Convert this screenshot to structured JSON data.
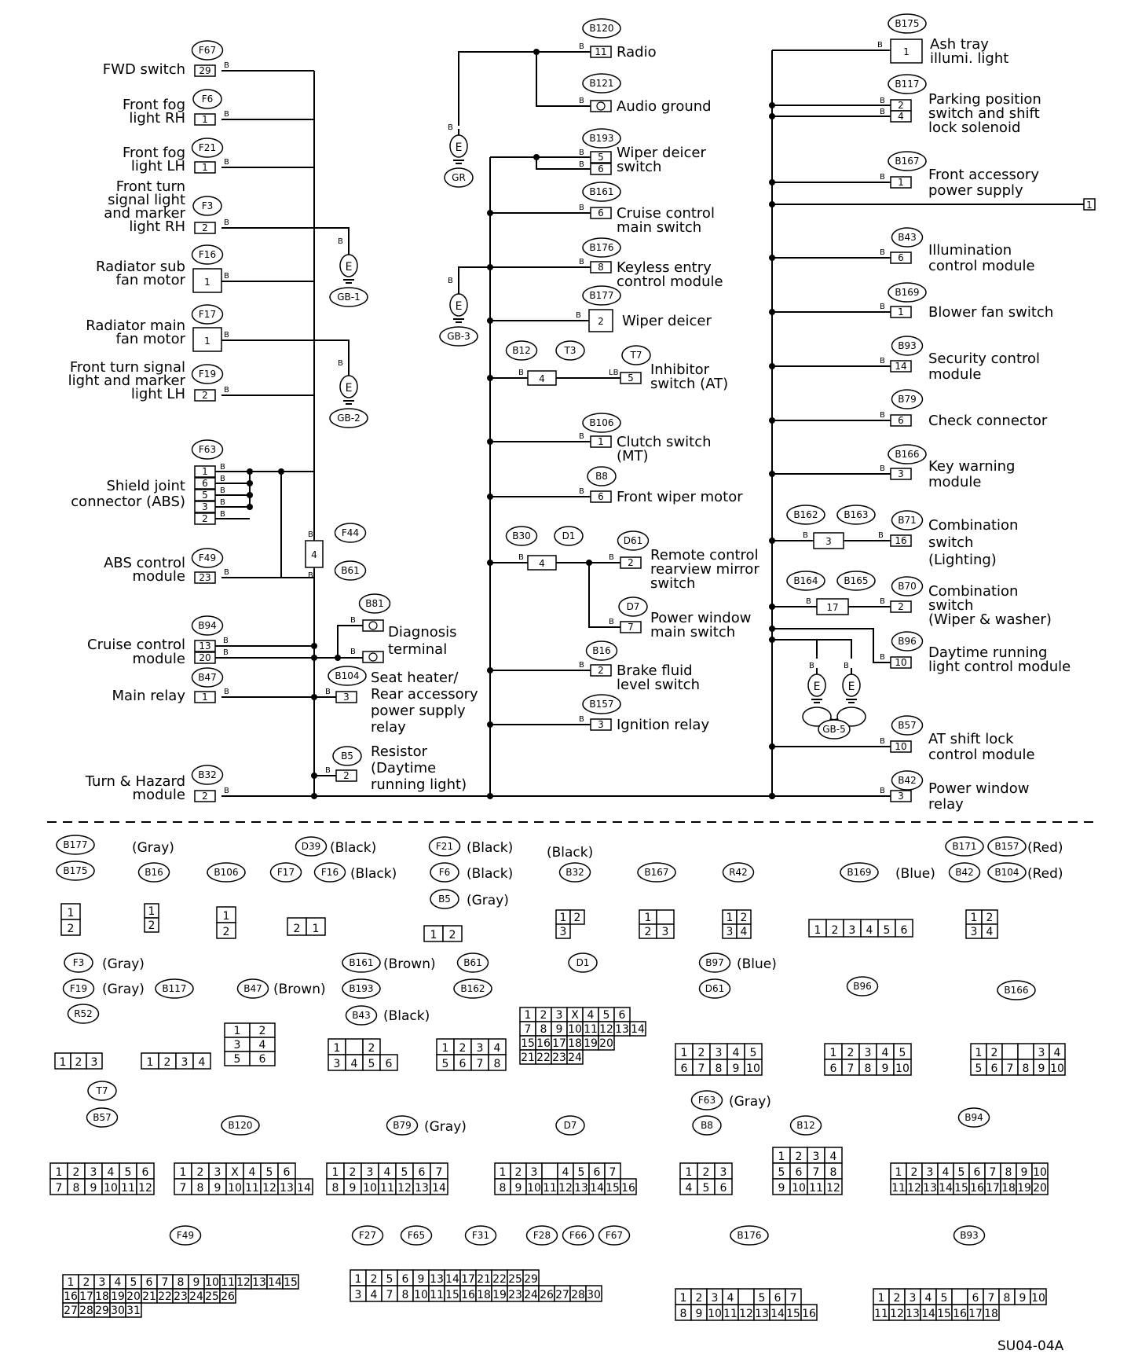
{
  "footer_code": "SU04-04A",
  "components": [
    {
      "id": "fwd",
      "conn": "F67",
      "pin": "29",
      "label": [
        "FWD switch"
      ],
      "shape": "box"
    },
    {
      "id": "fogrh",
      "conn": "F6",
      "pin": "1",
      "label": [
        "Front fog",
        "light RH"
      ],
      "shape": "box"
    },
    {
      "id": "foglh",
      "conn": "F21",
      "pin": "1",
      "label": [
        "Front fog",
        "light LH"
      ],
      "shape": "box"
    },
    {
      "id": "turnrh",
      "conn": "F3",
      "pin": "2",
      "label": [
        "Front turn",
        "signal light",
        "and marker",
        "light RH"
      ],
      "shape": "box"
    },
    {
      "id": "radsub",
      "conn": "F16",
      "pin": "1",
      "label": [
        "Radiator sub",
        "fan motor"
      ],
      "shape": "big"
    },
    {
      "id": "radmain",
      "conn": "F17",
      "pin": "1",
      "label": [
        "Radiator main",
        "fan motor"
      ],
      "shape": "big"
    },
    {
      "id": "turnlh",
      "conn": "F19",
      "pin": "2",
      "label": [
        "Front turn signal",
        "light  and marker",
        "light LH"
      ],
      "shape": "box"
    },
    {
      "id": "shield",
      "conn": "F63",
      "pins": [
        "1",
        "6",
        "5",
        "3",
        "2"
      ],
      "label": [
        "Shield joint",
        "connector (ABS)"
      ]
    },
    {
      "id": "abs",
      "conn": "F49",
      "pin": "23",
      "label": [
        "ABS control",
        "module"
      ],
      "shape": "box"
    },
    {
      "id": "cruise",
      "conn": "B94",
      "pins": [
        "13",
        "20"
      ],
      "label": [
        "Cruise control",
        "module"
      ]
    },
    {
      "id": "mainrelay",
      "conn": "B47",
      "pin": "1",
      "label": [
        "Main relay"
      ],
      "shape": "box"
    },
    {
      "id": "turnhaz",
      "conn": "B32",
      "pin": "2",
      "label": [
        "Turn & Hazard",
        "module"
      ],
      "shape": "box"
    },
    {
      "id": "diag",
      "conn": "B81",
      "label": [
        "Diagnosis",
        "terminal"
      ]
    },
    {
      "id": "seat",
      "conn": "B104",
      "pin": "3",
      "label": [
        "Seat heater/",
        "Rear accessory",
        "power supply",
        "relay"
      ]
    },
    {
      "id": "resistor",
      "conn": "B5",
      "pin": "2",
      "label": [
        "Resistor",
        "(Daytime",
        "running light)"
      ]
    },
    {
      "id": "radio",
      "conn": "B120",
      "pin": "11",
      "label": [
        "Radio"
      ]
    },
    {
      "id": "audio",
      "conn": "B121",
      "pin": "",
      "label": [
        "Audio ground"
      ]
    },
    {
      "id": "wipdeicsw",
      "conn": "B193",
      "pins": [
        "5",
        "6"
      ],
      "label": [
        "Wiper deicer",
        "switch"
      ]
    },
    {
      "id": "cruisemain",
      "conn": "B161",
      "pin": "6",
      "label": [
        "Cruise control",
        "main switch"
      ]
    },
    {
      "id": "keyless",
      "conn": "B176",
      "pin": "8",
      "label": [
        "Keyless entry",
        "control module"
      ]
    },
    {
      "id": "wipdeic",
      "conn": "B177",
      "pin": "2",
      "label": [
        "Wiper deicer"
      ]
    },
    {
      "id": "inhib",
      "conn": "T7",
      "pin": "5",
      "label": [
        "Inhibitor",
        "switch (AT)"
      ]
    },
    {
      "id": "clutch",
      "conn": "B106",
      "pin": "1",
      "label": [
        "Clutch switch",
        "(MT)"
      ]
    },
    {
      "id": "fwiper",
      "conn": "B8",
      "pin": "6",
      "label": [
        "Front wiper motor"
      ]
    },
    {
      "id": "mirror",
      "conn": "D61",
      "pin": "2",
      "label": [
        "Remote control",
        "rearview mirror",
        "switch"
      ]
    },
    {
      "id": "pwmain",
      "conn": "D7",
      "pin": "7",
      "label": [
        "Power window",
        "main switch"
      ]
    },
    {
      "id": "brake",
      "conn": "B16",
      "pin": "2",
      "label": [
        "Brake fluid",
        "level switch"
      ]
    },
    {
      "id": "ign",
      "conn": "B157",
      "pin": "3",
      "label": [
        "Ignition relay"
      ]
    },
    {
      "id": "ashtray",
      "conn": "B175",
      "pin": "1",
      "label": [
        "Ash tray",
        "illumi. light"
      ]
    },
    {
      "id": "parking",
      "conn": "B117",
      "pins": [
        "2",
        "4"
      ],
      "label": [
        "Parking position",
        "switch and shift",
        "lock solenoid"
      ]
    },
    {
      "id": "frontacc",
      "conn": "B167",
      "pin": "1",
      "label": [
        "Front accessory",
        "power supply"
      ]
    },
    {
      "id": "illum",
      "conn": "B43",
      "pin": "6",
      "label": [
        "Illumination",
        "control module"
      ]
    },
    {
      "id": "blower",
      "conn": "B169",
      "pin": "1",
      "label": [
        "Blower fan switch"
      ]
    },
    {
      "id": "security",
      "conn": "B93",
      "pin": "14",
      "label": [
        "Security control",
        "module"
      ]
    },
    {
      "id": "check",
      "conn": "B79",
      "pin": "6",
      "label": [
        "Check connector"
      ]
    },
    {
      "id": "keywarn",
      "conn": "B166",
      "pin": "3",
      "label": [
        "Key warning",
        "module"
      ]
    },
    {
      "id": "comblight",
      "conn": "B71",
      "pin": "16",
      "label": [
        "Combination",
        "switch",
        "(Lighting)"
      ]
    },
    {
      "id": "combwiper",
      "conn": "B70",
      "pin": "2",
      "label": [
        "Combination",
        "switch",
        "(Wiper & washer)"
      ]
    },
    {
      "id": "drl",
      "conn": "B96",
      "pin": "10",
      "label": [
        "Daytime running",
        "light control module"
      ]
    },
    {
      "id": "atshift",
      "conn": "B57",
      "pin": "10",
      "label": [
        "AT shift lock",
        "control module"
      ]
    },
    {
      "id": "pwrelay",
      "conn": "B42",
      "pin": "3",
      "label": [
        "Power window",
        "relay"
      ]
    }
  ],
  "grounds": [
    "GB-1",
    "GB-2",
    "GR",
    "GB-3",
    "GB-5"
  ],
  "inline_connectors": {
    "f44_b61": {
      "tags": [
        "F44",
        "B61"
      ],
      "pin": "4"
    },
    "b12_t3": {
      "tags": [
        "B12",
        "T3"
      ],
      "pin": "4"
    },
    "b30_d1": {
      "tags": [
        "B30",
        "D1"
      ],
      "pin": "4"
    },
    "b162_b163": {
      "tags": [
        "B162",
        "B163"
      ],
      "pin": "3"
    },
    "b164_b165": {
      "tags": [
        "B164",
        "B165"
      ],
      "pin": "17"
    }
  },
  "off_page_ref": "1",
  "wire_code": "B",
  "wire_code_lb": "LB",
  "connector_legend": [
    {
      "tags": [
        "B177",
        "B175"
      ],
      "note": ""
    },
    {
      "tags": [
        "B16"
      ],
      "note": "(Gray)"
    },
    {
      "tags": [
        "B106"
      ],
      "note": ""
    },
    {
      "tags": [
        "F17",
        "F16"
      ],
      "note": "(Black)",
      "extra": {
        "tags": [
          "D39"
        ],
        "note": "(Black)"
      }
    },
    {
      "tags": [
        "F21",
        "F6",
        "B5"
      ],
      "notes": [
        "(Black)",
        "(Black)",
        "(Gray)"
      ]
    },
    {
      "tags": [
        "B32"
      ],
      "note": "(Black)"
    },
    {
      "tags": [
        "B167"
      ],
      "note": ""
    },
    {
      "tags": [
        "R42"
      ],
      "note": ""
    },
    {
      "tags": [
        "B169"
      ],
      "note": ""
    },
    {
      "tags": [
        "B171",
        "B157",
        "B42",
        "B104"
      ],
      "notes": [
        "(Red)",
        "(Blue)",
        "(Red)"
      ]
    },
    {
      "tags": [
        "F3",
        "F19",
        "B117",
        "R52"
      ],
      "notes": [
        "(Gray)",
        "(Gray)"
      ]
    },
    {
      "tags": [
        "B47"
      ],
      "note": "(Brown)"
    },
    {
      "tags": [
        "B161",
        "B193",
        "B43"
      ],
      "notes": [
        "(Brown)",
        "(Black)"
      ]
    },
    {
      "tags": [
        "B61",
        "B162"
      ],
      "note": ""
    },
    {
      "tags": [
        "D1"
      ],
      "note": ""
    },
    {
      "tags": [
        "B97",
        "D61"
      ],
      "note": "(Blue)"
    },
    {
      "tags": [
        "B96"
      ],
      "note": ""
    },
    {
      "tags": [
        "B166"
      ],
      "note": ""
    },
    {
      "tags": [
        "T7",
        "B57"
      ],
      "note": ""
    },
    {
      "tags": [
        "B120"
      ],
      "note": ""
    },
    {
      "tags": [
        "B79"
      ],
      "note": "(Gray)"
    },
    {
      "tags": [
        "D7"
      ],
      "note": ""
    },
    {
      "tags": [
        "F63",
        "B8"
      ],
      "note": "(Gray)"
    },
    {
      "tags": [
        "B12"
      ],
      "note": ""
    },
    {
      "tags": [
        "B94"
      ],
      "note": ""
    },
    {
      "tags": [
        "F49"
      ],
      "note": ""
    },
    {
      "tags": [
        "F27",
        "F65",
        "F31",
        "F28",
        "F66",
        "F67"
      ],
      "note": ""
    },
    {
      "tags": [
        "B176"
      ],
      "note": ""
    },
    {
      "tags": [
        "B93"
      ],
      "note": ""
    }
  ]
}
